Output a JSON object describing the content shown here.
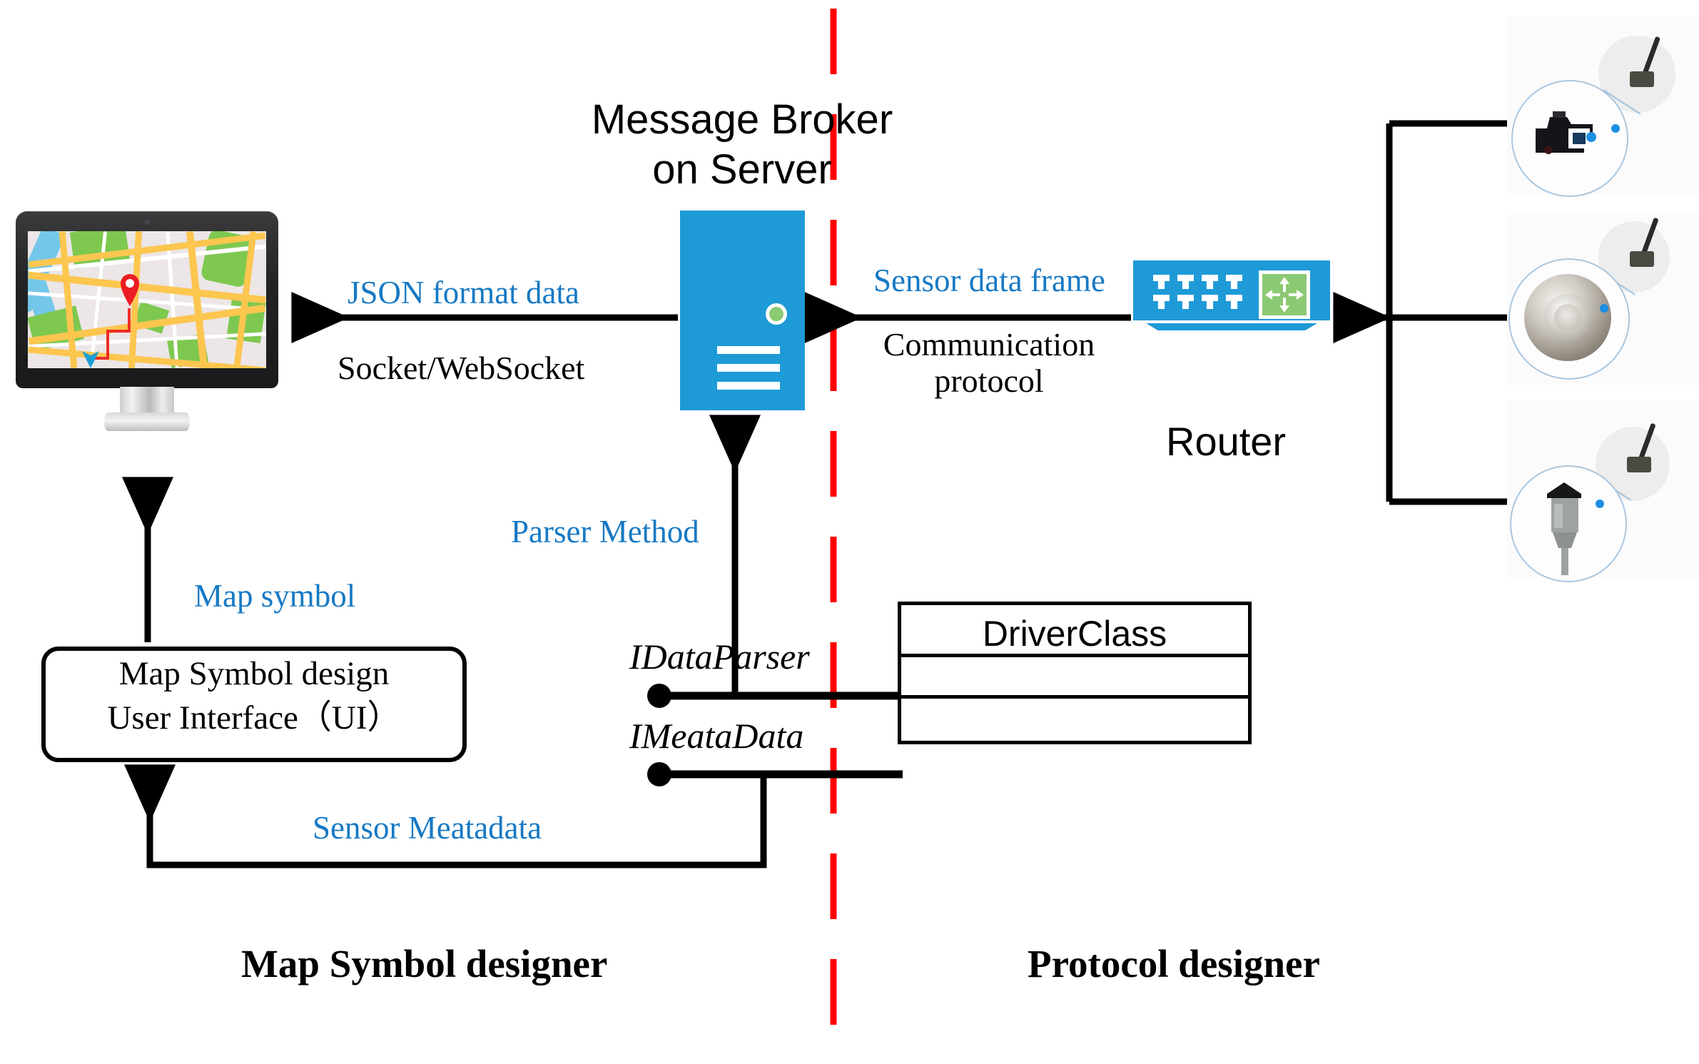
{
  "diagram": {
    "title_broker": "Message Broker\non Server",
    "broker_line1": "Message Broker",
    "broker_line2": "on Server",
    "router_label": "Router"
  },
  "flows": {
    "json_format_data": "JSON format data",
    "socket_websocket": "Socket/WebSocket",
    "sensor_data_frame": "Sensor data frame",
    "communication_protocol_line1": "Communication",
    "communication_protocol_line2": "protocol",
    "parser_method": "Parser Method",
    "map_symbol": "Map symbol",
    "sensor_meatadata": "Sensor Meatadata"
  },
  "interfaces": {
    "idataparser": "IDataParser",
    "imeatadata": "IMeataData"
  },
  "uml": {
    "class_name": "DriverClass"
  },
  "uibox": {
    "line1": "Map Symbol design",
    "line2": "User Interface（UI）"
  },
  "roles": {
    "left": "Map Symbol designer",
    "right": "Protocol designer"
  },
  "icons": {
    "monitor": "monitor-map-icon",
    "server": "server-icon",
    "router": "router-icon",
    "sensor_camera": "sensor-camera-icon",
    "sensor_dome": "sensor-dome-icon",
    "sensor_post": "sensor-post-icon"
  },
  "colors": {
    "accent_blue": "#1E9AD7",
    "label_blue": "#1779C4",
    "divider_red": "#FF0000",
    "status_green": "#8CC973",
    "line_black": "#000000"
  }
}
